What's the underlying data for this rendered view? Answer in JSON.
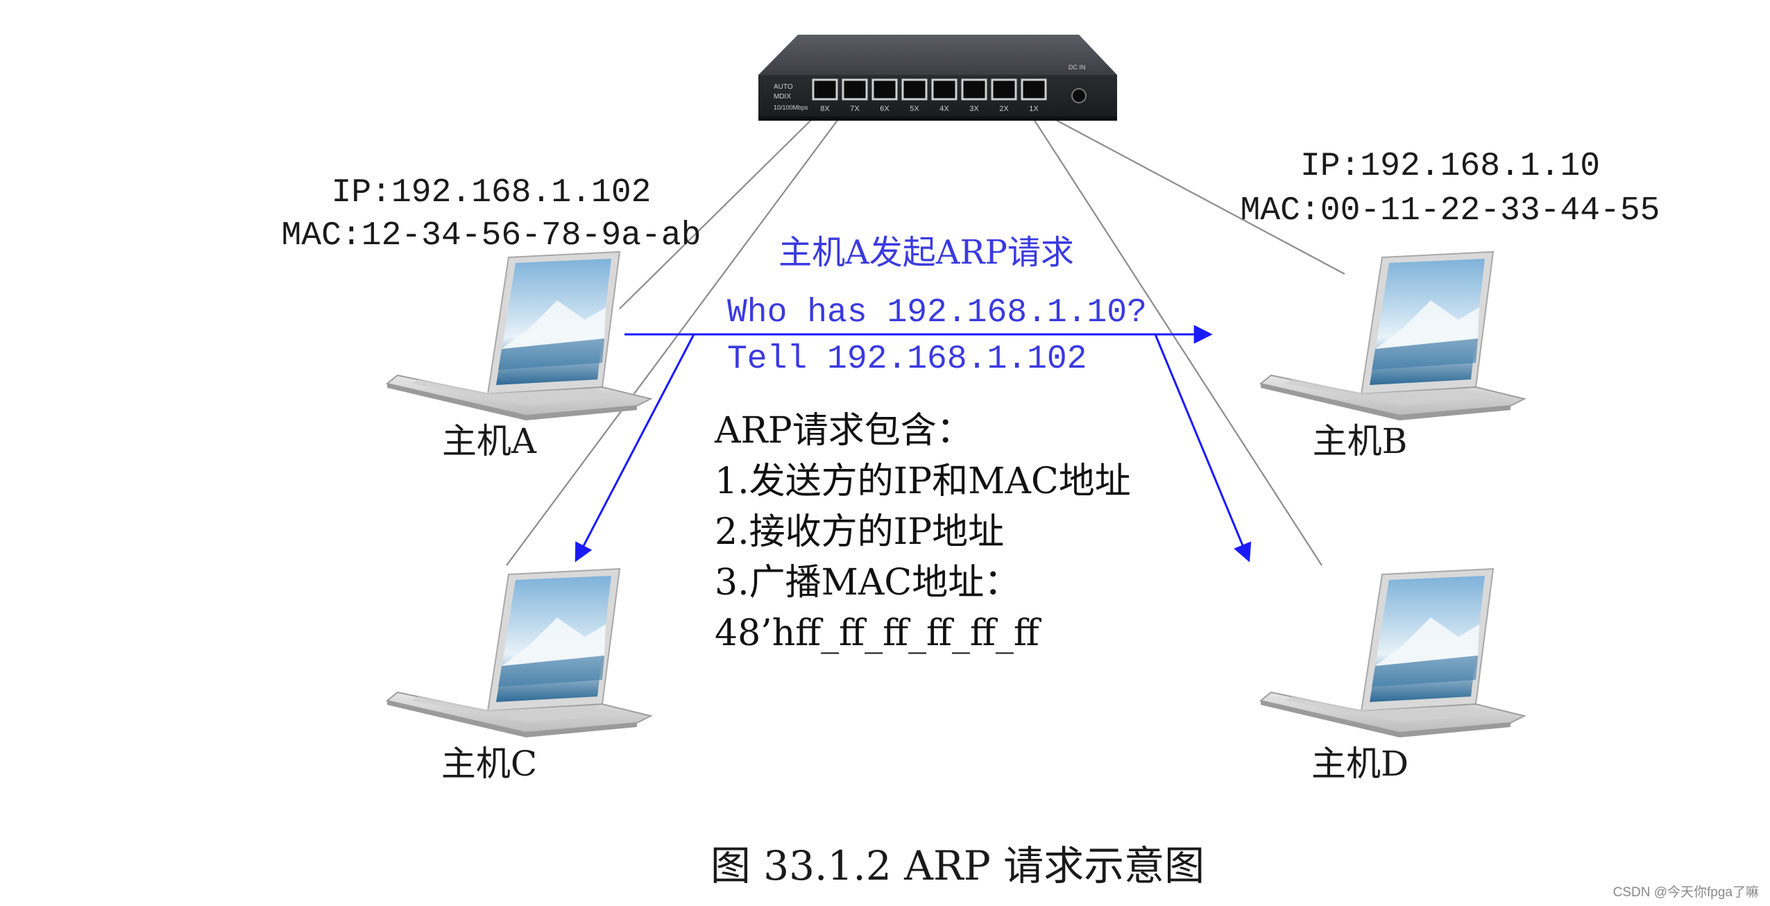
{
  "switch": {
    "label_auto": "AUTO",
    "label_mdix": "MDIX",
    "label_speed": "10/100Mbps",
    "label_dc": "DC IN",
    "ports": [
      "8X",
      "7X",
      "6X",
      "5X",
      "4X",
      "3X",
      "2X",
      "1X"
    ]
  },
  "hosts": {
    "a": {
      "label": "主机A",
      "ip": "IP:192.168.1.102",
      "mac": "MAC:12-34-56-78-9a-ab"
    },
    "b": {
      "label": "主机B",
      "ip": "IP:192.168.1.10",
      "mac": "MAC:00-11-22-33-44-55"
    },
    "c": {
      "label": "主机C"
    },
    "d": {
      "label": "主机D"
    }
  },
  "request": {
    "title": "主机A发起ARP请求",
    "line1": "Who has 192.168.1.10?",
    "line2": "Tell 192.168.1.102"
  },
  "contents": {
    "heading": "ARP请求包含：",
    "item1": "1.发送方的IP和MAC地址",
    "item2": "2.接收方的IP地址",
    "item3": "3.广播MAC地址：",
    "item4": "48’hff_ff_ff_ff_ff_ff"
  },
  "caption": "图  33.1.2 ARP 请求示意图",
  "watermark": "CSDN @今天你fpga了嘛",
  "colors": {
    "arrow": "#1a1aff",
    "request_text": "#3a3ae0",
    "cable": "#888888",
    "text": "#1a1a1a"
  }
}
